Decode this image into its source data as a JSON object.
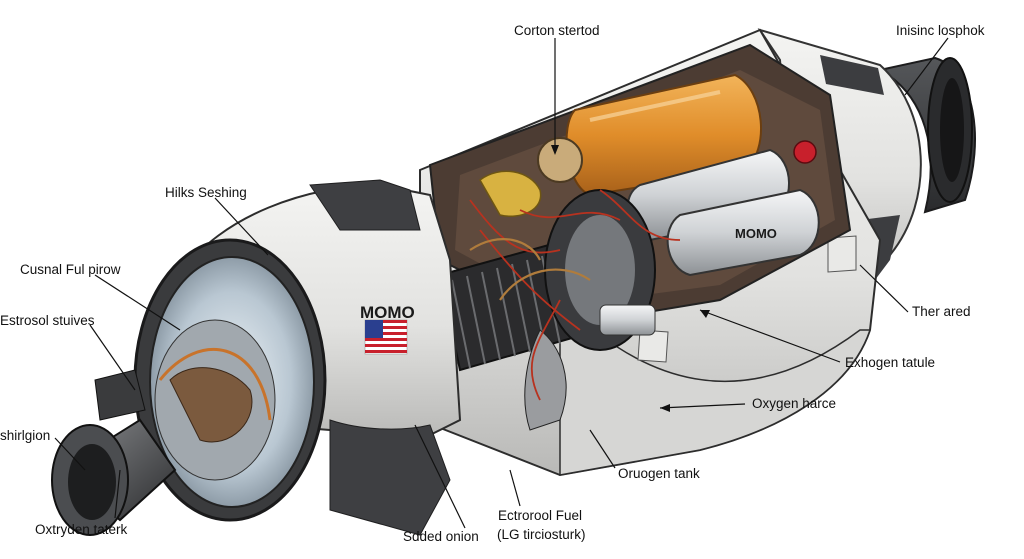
{
  "labels": {
    "top_center": "Corton stertod",
    "top_right": "Inisinc losphok",
    "hilks": "Hilks Seshing",
    "cusnal": "Cusnal Ful pirow",
    "estrosol": "Estrosol stuives",
    "shirlgion": "shirlgion",
    "oxtryden": "Oxtryden taterk",
    "sdded": "Sdded onion",
    "ectrorol": "Ectrorool Fuel",
    "lg": "(LG tirciosturk)",
    "ouogen": "Oruogen tank",
    "oxygen_harce": "Oxygen harce",
    "exhogen": "Exhogen tatule",
    "ther_ared": "Ther ared"
  },
  "markings": {
    "body_logo": "MOMO",
    "tank_logo": "MOMO"
  },
  "colors": {
    "hull_light": "#e6e6e4",
    "hull_dark": "#3a3a3c",
    "orange_tank": "#e0922e",
    "silver_tank": "#d7d9db",
    "wire_red": "#b8321f",
    "flag_red": "#c8202c",
    "flag_blue": "#2a3f8f"
  }
}
